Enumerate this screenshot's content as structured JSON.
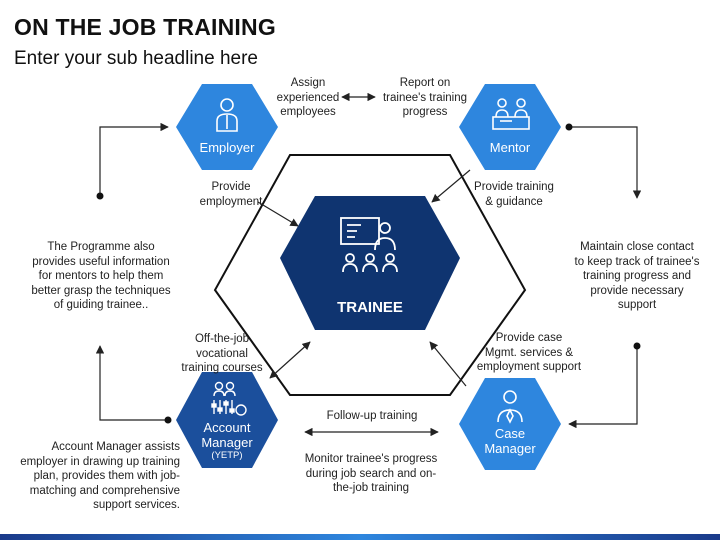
{
  "header": {
    "title": "ON THE JOB TRAINING",
    "subtitle": "Enter your sub headline here"
  },
  "nodes": {
    "employer": "Employer",
    "mentor": "Mentor",
    "trainee": "TRAINEE",
    "account_manager_line1": "Account",
    "account_manager_line2": "Manager",
    "account_manager_tag": "(YETP)",
    "case_manager_line1": "Case",
    "case_manager_line2": "Manager"
  },
  "labels": {
    "assign": "Assign\nexperienced\nemployees",
    "report": "Report on\ntrainee's training\nprogress",
    "provide_employment": "Provide\nemployment",
    "provide_training": "Provide training\n& guidance",
    "programme": "The Programme also\nprovides useful information\nfor mentors to help them\nbetter grasp the techniques\nof guiding trainee..",
    "maintain": "Maintain close contact\nto keep track of trainee's\ntraining progress and\nprovide necessary\nsupport",
    "offjob": "Off-the-job\nvocational\ntraining courses",
    "case_services": "Provide case\nMgmt. services &\nemployment support",
    "followup": "Follow-up training",
    "monitor": "Monitor trainee's progress\nduring job search and on-\nthe-job training",
    "account_assists": "Account Manager assists\nemployer in drawing up training\nplan, provides them with job-\nmatching and comprehensive\nsupport services."
  },
  "colors": {
    "light_blue": "#2e86de",
    "dark_navy": "#0f3470",
    "mid_blue": "#1b4f9c",
    "line": "#222222"
  }
}
